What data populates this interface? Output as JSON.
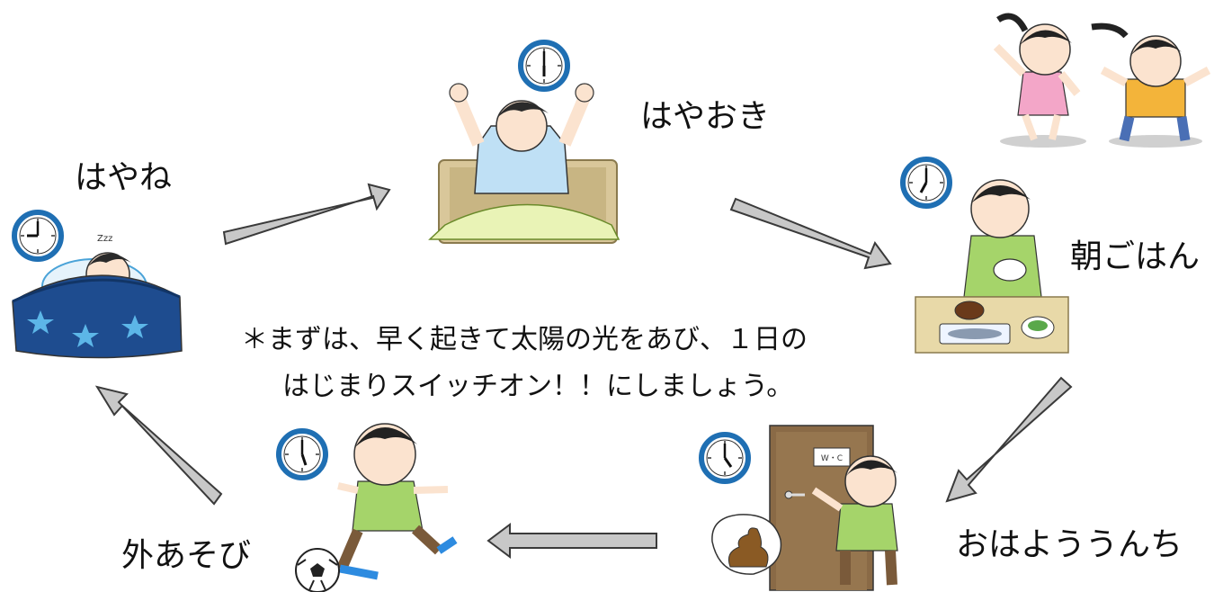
{
  "steps": {
    "hayane": "はやね",
    "hayaoki": "はやおき",
    "asagohan": "朝ごはん",
    "ohayou_unchi": "おはよううんち",
    "soto_asobi": "外あそび"
  },
  "note": {
    "line1": "＊まずは、早く起きて太陽の光をあび、１日の",
    "line2": "はじまりスイッチオン！！にしましょう。"
  },
  "door_sign": "W・C",
  "colors": {
    "arrow_fill": "#c8c8c8",
    "arrow_stroke": "#3a3a3a",
    "clock_rim": "#1f6fb3"
  }
}
